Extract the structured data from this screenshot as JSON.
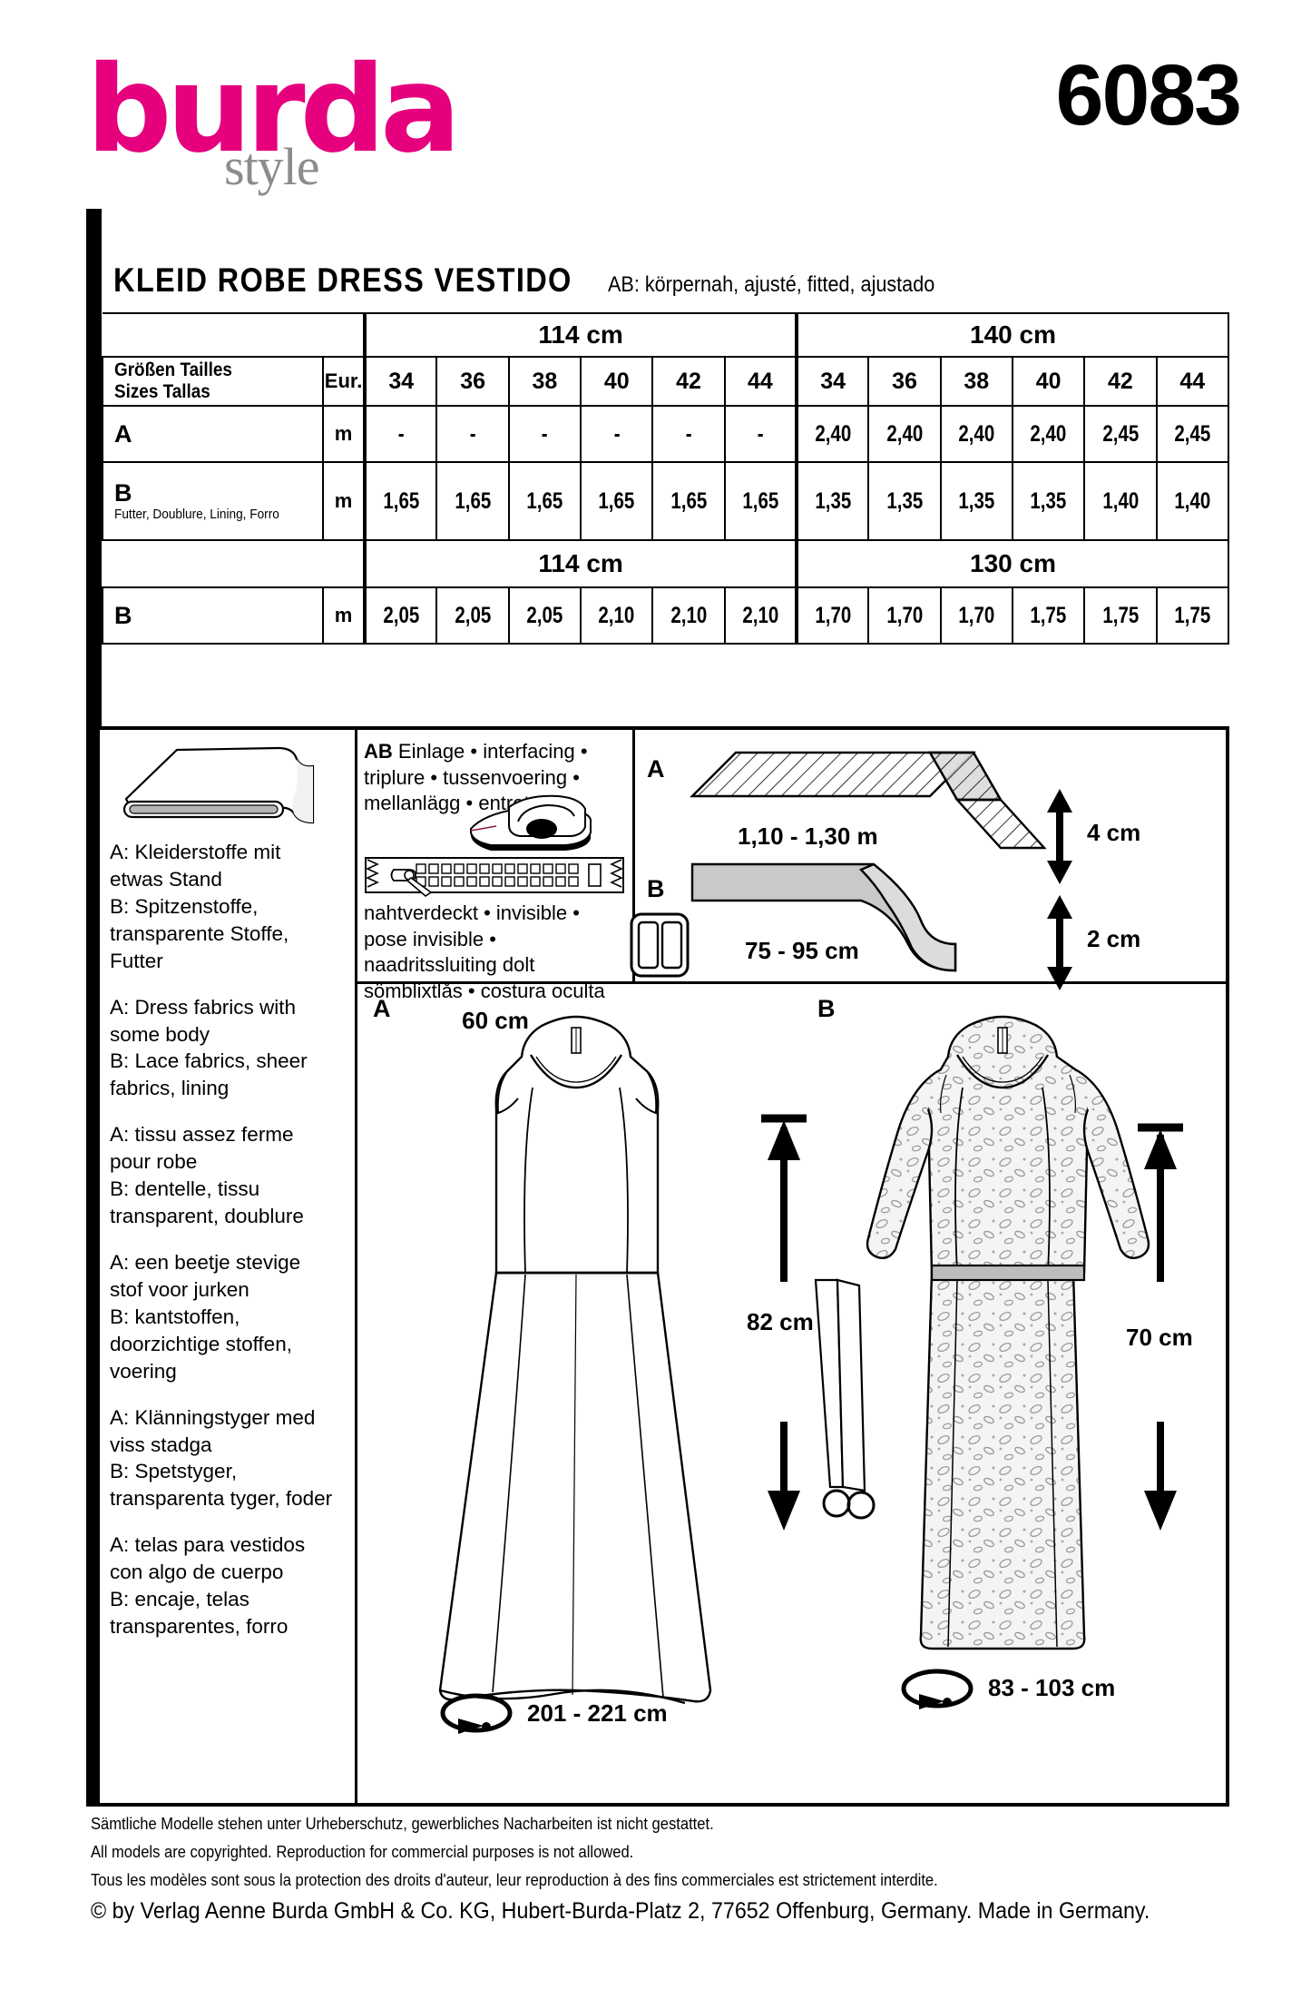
{
  "brand": {
    "name": "burda",
    "sub": "style",
    "pink": "#e6007e",
    "grey": "#8c8c8c"
  },
  "pattern_number": "6083",
  "title": {
    "main": "KLEID  ROBE  DRESS  VESTIDO",
    "sub": "AB: körpernah, ajusté, fitted, ajustado"
  },
  "fabric_table": {
    "size_label_line1": "Größen  Tailles",
    "size_label_line2": "Sizes  Tallas",
    "eur_label": "Eur.",
    "unit": "m",
    "sizes": [
      "34",
      "36",
      "38",
      "40",
      "42",
      "44"
    ],
    "section1": {
      "width_left": "114 cm",
      "width_right": "140 cm",
      "rows": [
        {
          "view": "A",
          "sub": "",
          "left": [
            "-",
            "-",
            "-",
            "-",
            "-",
            "-"
          ],
          "right": [
            "2,40",
            "2,40",
            "2,40",
            "2,40",
            "2,45",
            "2,45"
          ]
        },
        {
          "view": "B",
          "sub": "Futter, Doublure, Lining, Forro",
          "left": [
            "1,65",
            "1,65",
            "1,65",
            "1,65",
            "1,65",
            "1,65"
          ],
          "right": [
            "1,35",
            "1,35",
            "1,35",
            "1,35",
            "1,40",
            "1,40"
          ]
        }
      ]
    },
    "section2": {
      "width_left": "114 cm",
      "width_right": "130 cm",
      "rows": [
        {
          "view": "B",
          "sub": "",
          "left": [
            "2,05",
            "2,05",
            "2,05",
            "2,10",
            "2,10",
            "2,10"
          ],
          "right": [
            "1,70",
            "1,70",
            "1,70",
            "1,75",
            "1,75",
            "1,75"
          ]
        }
      ]
    }
  },
  "fabric_suggestions": [
    "A: Kleiderstoffe mit etwas Stand\nB: Spitzenstoffe, transparente Stoffe, Futter",
    "A: Dress fabrics with some body\nB: Lace fabrics, sheer fabrics, lining",
    "A: tissu assez ferme pour robe\nB: dentelle, tissu transparent, doublure",
    "A: een beetje stevige stof voor jurken\nB: kantstoffen, doorzichtige stoffen, voering",
    "A: Klänningstyger med viss stadga\nB: Spetstyger, transparenta tyger, foder",
    "A: telas para vestidos con algo de cuerpo\nB: encaje, telas transparentes, forro"
  ],
  "notions": {
    "interfacing_views": "AB",
    "interfacing_text": "Einlage • interfacing • triplure • tussenvoering • mellanlägg • entretela",
    "zipper_text": "nahtverdeckt • invisible • pose invisible • naadritssluiting dolt sömblixtlås • costura oculta",
    "zipper_length": "60 cm"
  },
  "bias_strips": [
    {
      "view": "A",
      "length": "1,10 - 1,30 m",
      "width": "4 cm"
    },
    {
      "view": "B",
      "length": "75 - 95 cm",
      "width": "2 cm"
    }
  ],
  "garments": [
    {
      "view": "A",
      "length": "82 cm",
      "hem": "201 - 221 cm"
    },
    {
      "view": "B",
      "length": "70 cm",
      "hem": "83 - 103 cm"
    }
  ],
  "footer": {
    "line_de": "Sämtliche Modelle stehen unter Urheberschutz, gewerbliches Nacharbeiten ist nicht gestattet.",
    "line_en": "All models are copyrighted. Reproduction for commercial purposes is not allowed.",
    "line_fr": "Tous les modèles sont sous la protection des droits d'auteur, leur reproduction à des fins commerciales est strictement interdite.",
    "copyright": "© by Verlag Aenne Burda GmbH & Co. KG, Hubert-Burda-Platz 2, 77652 Offenburg, Germany. Made in Germany."
  }
}
